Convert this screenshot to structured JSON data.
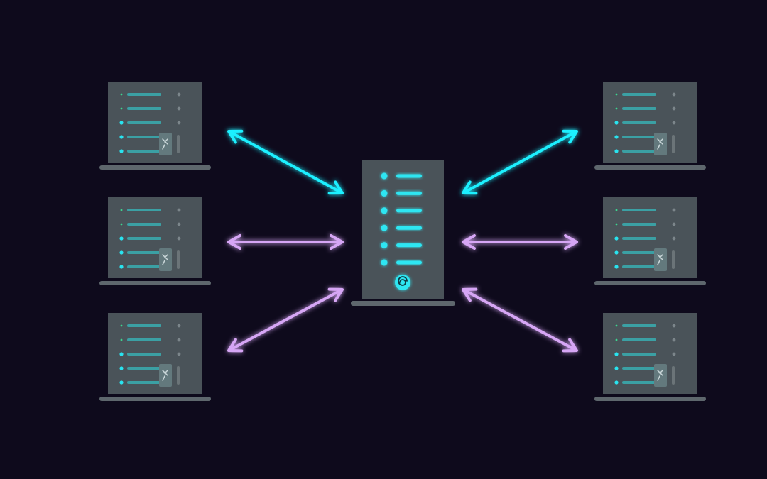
{
  "colors": {
    "background": "#0e0a1c",
    "device_body": "#4a5359",
    "device_base": "#5e676d",
    "line": "#3ba0a4",
    "dot_teal": "#29e3ef",
    "dot_green": "#3bd68f",
    "dot_gray": "#7c868b",
    "server_accent": "#2ee6f2",
    "arrow_cyan": "#1ff0ff",
    "arrow_violet": "#d6a6f5"
  },
  "diagram": {
    "hub": {
      "id": "central-server",
      "icon": "spiral-icon"
    },
    "clients": [
      {
        "id": "client-left-top",
        "side": "left",
        "row": 1,
        "arrow": "cyan",
        "badge_icon": "x-badge-icon"
      },
      {
        "id": "client-left-middle",
        "side": "left",
        "row": 2,
        "arrow": "violet",
        "badge_icon": "x-badge-icon"
      },
      {
        "id": "client-left-bottom",
        "side": "left",
        "row": 3,
        "arrow": "violet",
        "badge_icon": "x-badge-icon"
      },
      {
        "id": "client-right-top",
        "side": "right",
        "row": 1,
        "arrow": "cyan",
        "badge_icon": "x-badge-icon"
      },
      {
        "id": "client-right-middle",
        "side": "right",
        "row": 2,
        "arrow": "violet",
        "badge_icon": "x-badge-icon"
      },
      {
        "id": "client-right-bottom",
        "side": "right",
        "row": 3,
        "arrow": "violet",
        "badge_icon": "x-badge-icon"
      }
    ],
    "connections": "bidirectional"
  }
}
